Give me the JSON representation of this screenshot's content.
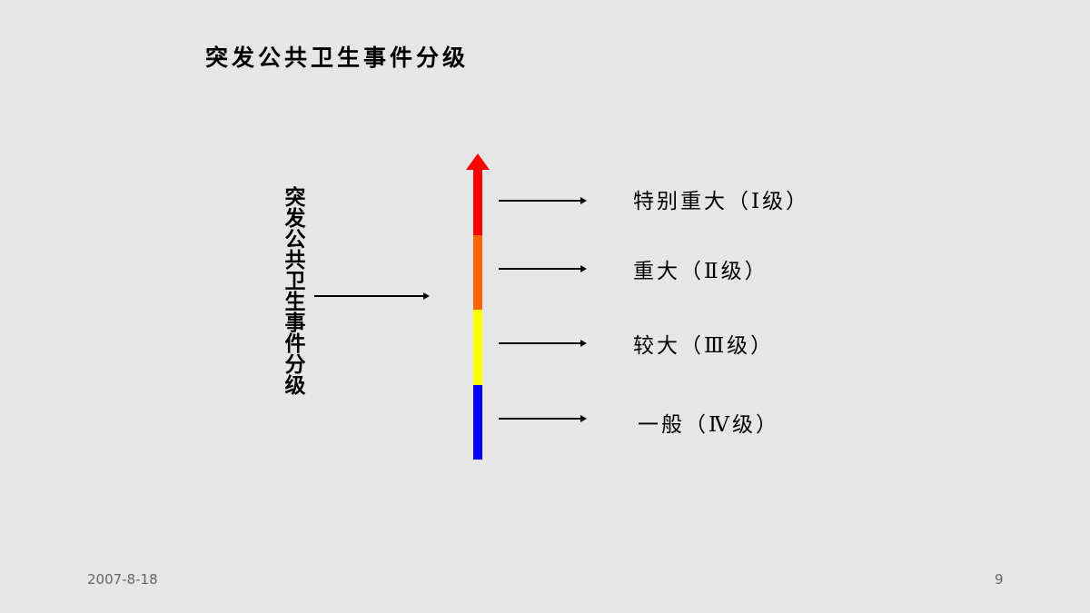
{
  "slide": {
    "title": "突发公共卫生事件分级",
    "vertical_label": "突发公共卫生事件分级",
    "scale_colors": [
      "#ff0000",
      "#ff6600",
      "#ffff00",
      "#0000ff"
    ],
    "levels": [
      {
        "label": "特别重大（Ⅰ级）"
      },
      {
        "label": "重大（Ⅱ级）"
      },
      {
        "label": "较大（Ⅲ级）"
      },
      {
        "label": "一般（Ⅳ级）"
      }
    ],
    "footer": {
      "date": "2007-8-18",
      "page_number": "9"
    }
  }
}
